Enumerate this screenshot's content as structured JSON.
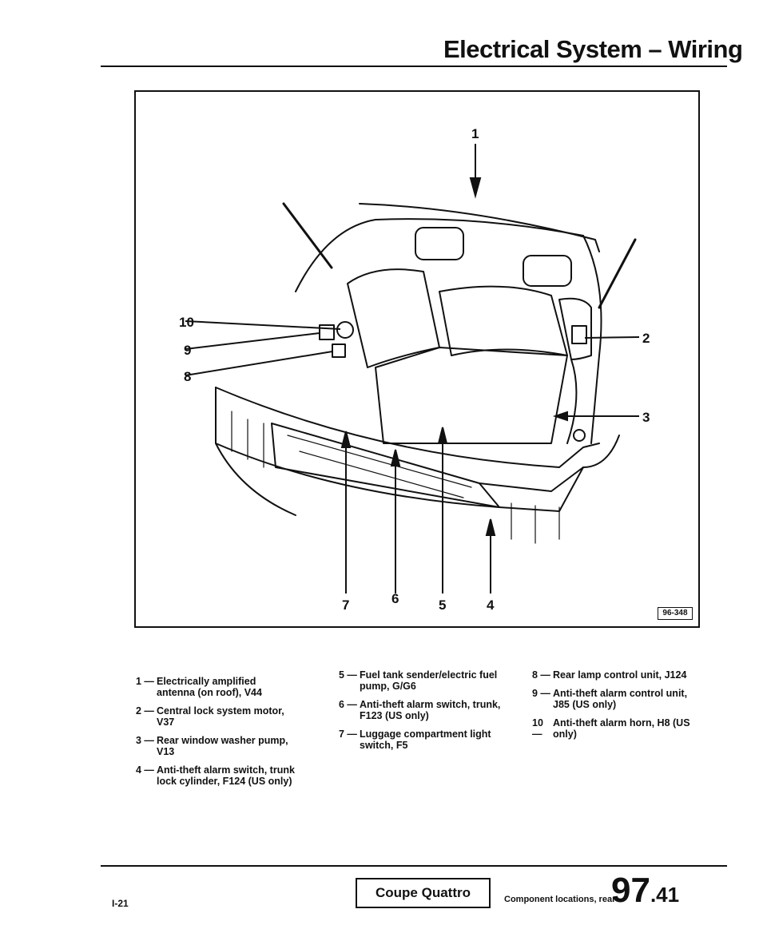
{
  "header": {
    "title": "Electrical System – Wiring"
  },
  "figure": {
    "reference": "96-348",
    "callouts": [
      "1",
      "2",
      "3",
      "4",
      "5",
      "6",
      "7",
      "8",
      "9",
      "10"
    ]
  },
  "legend": {
    "columns": [
      [
        {
          "num": "1 —",
          "text": "Electrically amplified antenna (on roof), V44"
        },
        {
          "num": "2 —",
          "text": "Central lock system motor, V37"
        },
        {
          "num": "3 —",
          "text": "Rear window washer pump, V13"
        },
        {
          "num": "4 —",
          "text": "Anti-theft alarm switch, trunk lock cylinder, F124 (US only)"
        }
      ],
      [
        {
          "num": "5 —",
          "text": "Fuel tank sender/electric fuel pump, G/G6"
        },
        {
          "num": "6 —",
          "text": "Anti-theft alarm switch, trunk, F123 (US only)"
        },
        {
          "num": "7 —",
          "text": "Luggage compartment light switch, F5"
        }
      ],
      [
        {
          "num": "8 —",
          "text": "Rear lamp control unit, J124"
        },
        {
          "num": "9 —",
          "text": "Anti-theft alarm control unit, J85 (US only)"
        },
        {
          "num": "10 —",
          "text": "Anti-theft alarm horn, H8 (US only)"
        }
      ]
    ]
  },
  "footer": {
    "page_id": "I-21",
    "edition": "Coupe Quattro",
    "section": "Component locations, rear",
    "page_main": "97",
    "page_sub": ".41"
  }
}
